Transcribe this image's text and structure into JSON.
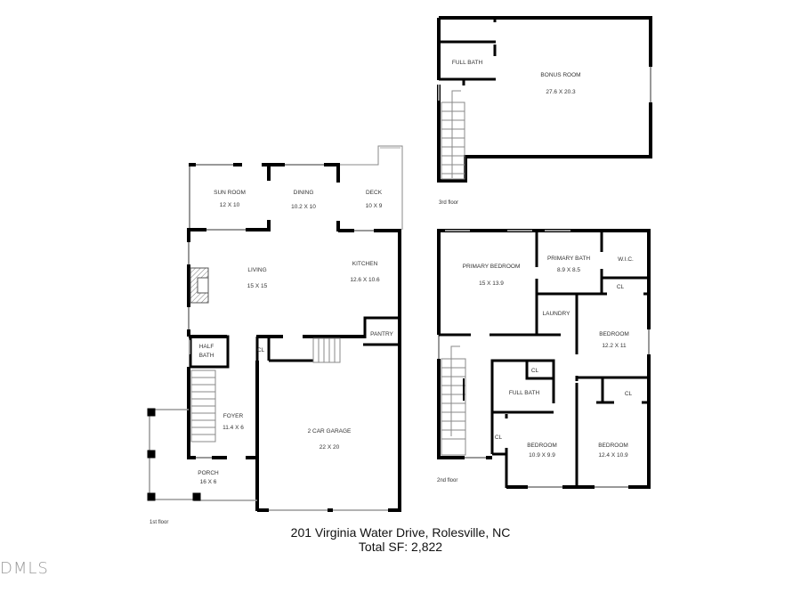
{
  "title": {
    "address": "201 Virginia Water Drive, Rolesville, NC",
    "total_sf": "Total SF: 2,822"
  },
  "watermark": "DMLS",
  "floors": {
    "first": {
      "label": "1st floor",
      "rooms": [
        {
          "name": "SUN ROOM",
          "dims": "12 X 10"
        },
        {
          "name": "DINING",
          "dims": "10.2 X 10"
        },
        {
          "name": "DECK",
          "dims": "10 X 9"
        },
        {
          "name": "LIVING",
          "dims": "15 X 15"
        },
        {
          "name": "KITCHEN",
          "dims": "12.6 X 10.6"
        },
        {
          "name": "PANTRY",
          "dims": ""
        },
        {
          "name": "HALF",
          "dims": "BATH"
        },
        {
          "name": "CL",
          "dims": ""
        },
        {
          "name": "FOYER",
          "dims": "11.4 X 6"
        },
        {
          "name": "2 CAR GARAGE",
          "dims": "22 X 20"
        },
        {
          "name": "PORCH",
          "dims": "16 X 6"
        }
      ]
    },
    "second": {
      "label": "2nd floor",
      "rooms": [
        {
          "name": "PRIMARY BEDROOM",
          "dims": "15 X 13.9"
        },
        {
          "name": "PRIMARY BATH",
          "dims": "8.9 X 8.5"
        },
        {
          "name": "W.I.C.",
          "dims": ""
        },
        {
          "name": "CL",
          "dims": ""
        },
        {
          "name": "LAUNDRY",
          "dims": ""
        },
        {
          "name": "BEDROOM",
          "dims": "12.2 X 11"
        },
        {
          "name": "CL",
          "dims": ""
        },
        {
          "name": "FULL BATH",
          "dims": ""
        },
        {
          "name": "CL",
          "dims": ""
        },
        {
          "name": "CL",
          "dims": ""
        },
        {
          "name": "BEDROOM",
          "dims": "10.9 X 9.9"
        },
        {
          "name": "BEDROOM",
          "dims": "12.4 X 10.9"
        }
      ]
    },
    "third": {
      "label": "3rd floor",
      "rooms": [
        {
          "name": "FULL BATH",
          "dims": ""
        },
        {
          "name": "BONUS ROOM",
          "dims": "27.6 X 20.3"
        }
      ]
    }
  }
}
